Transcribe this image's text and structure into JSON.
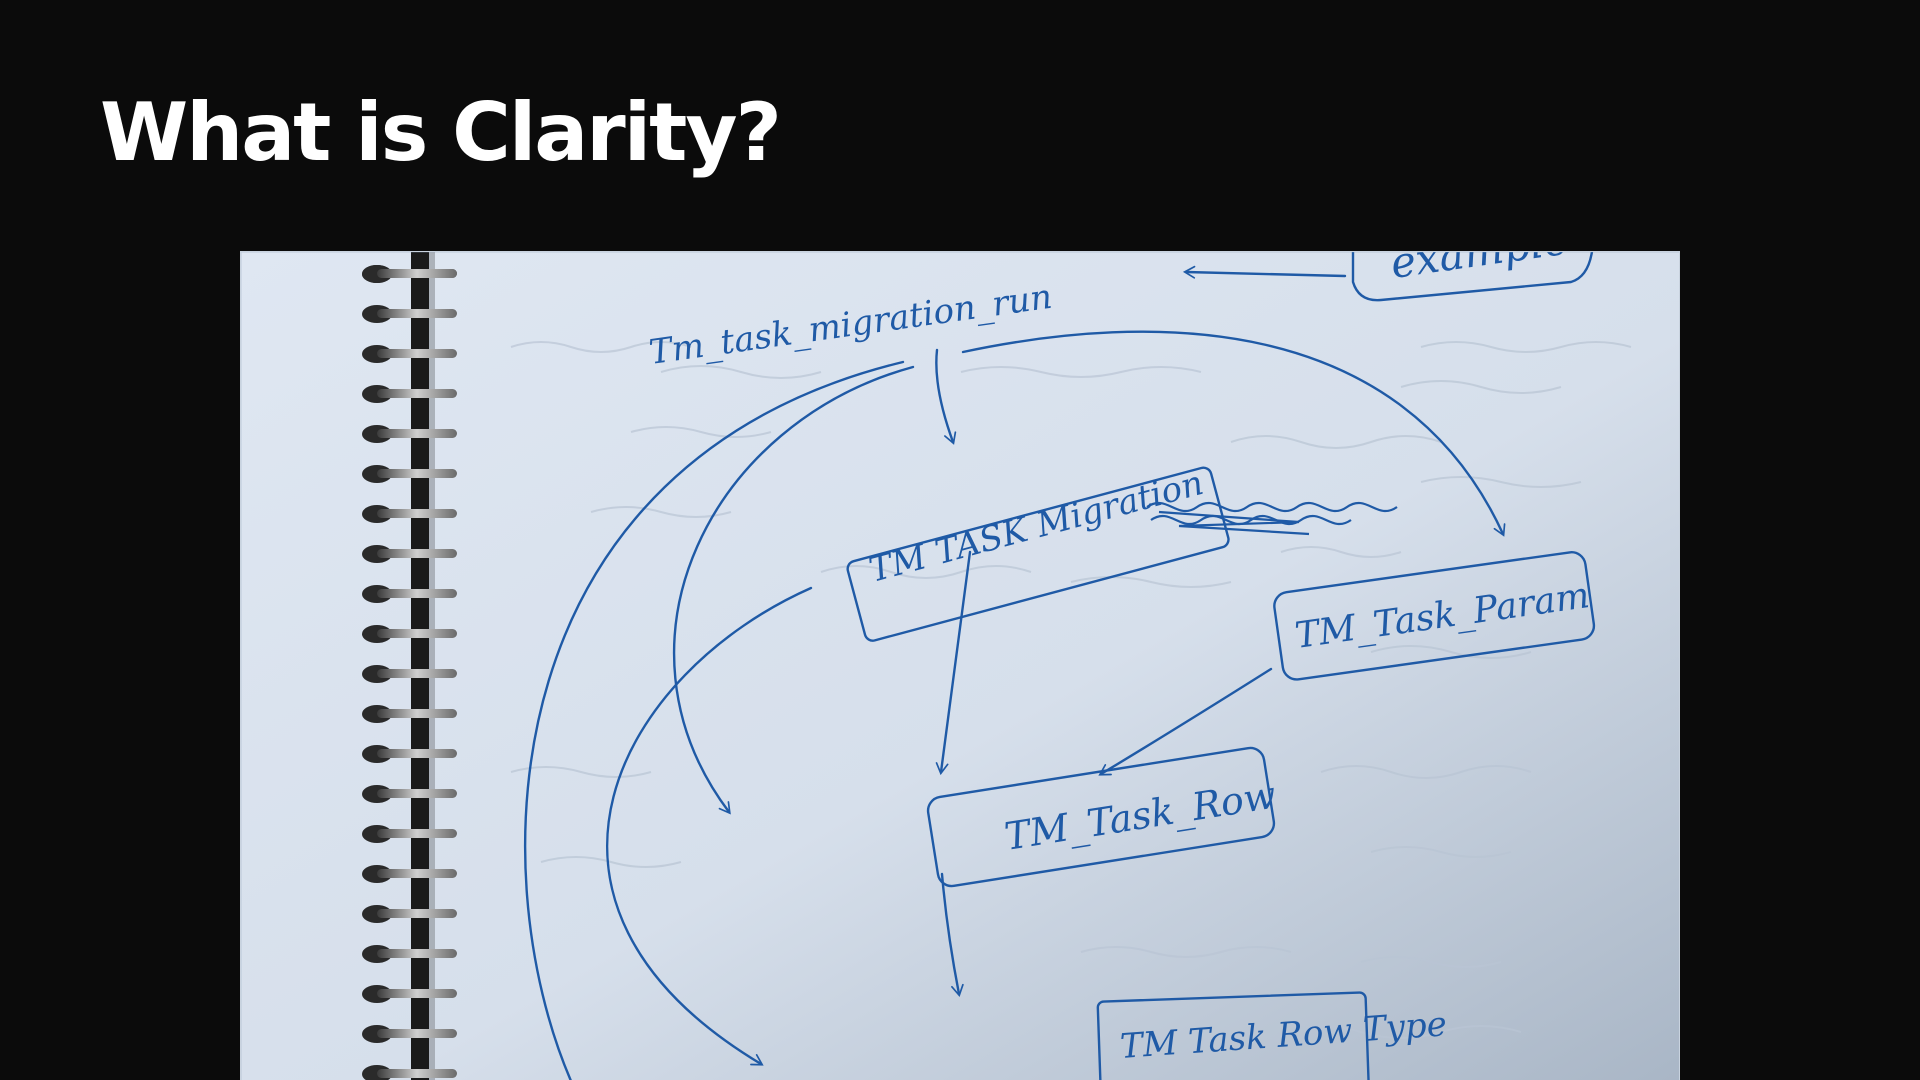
{
  "slide": {
    "title": "What is Clarity?"
  },
  "sketch": {
    "nodes": {
      "top_label": "Tm_task_migration_run",
      "corner_label": "example",
      "task_migration": "TM TASK Migration",
      "task_param": "TM_Task_Param",
      "task_row": "TM_Task_Row",
      "task_row_type": "TM Task Row Type"
    }
  },
  "colors": {
    "background": "#0b0b0b",
    "title": "#ffffff",
    "paper": "#dbe4f0",
    "ink": "#1f5aa6"
  }
}
